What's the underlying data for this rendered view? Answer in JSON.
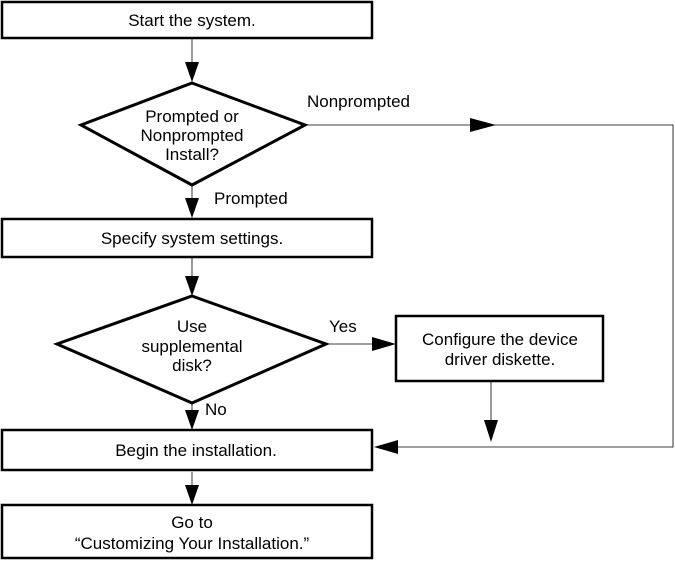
{
  "nodes": {
    "start": "Start the system.",
    "install_decision": [
      "Prompted or",
      "Nonprompted",
      "Install?"
    ],
    "settings": "Specify system settings.",
    "supplemental_decision": [
      "Use",
      "supplemental",
      "disk?"
    ],
    "configure": [
      "Configure the device",
      "driver diskette."
    ],
    "begin": "Begin the installation.",
    "goto": [
      "Go to",
      "“Customizing Your Installation.”"
    ]
  },
  "edge_labels": {
    "nonprompted": "Nonprompted",
    "prompted": "Prompted",
    "yes": "Yes",
    "no": "No"
  }
}
